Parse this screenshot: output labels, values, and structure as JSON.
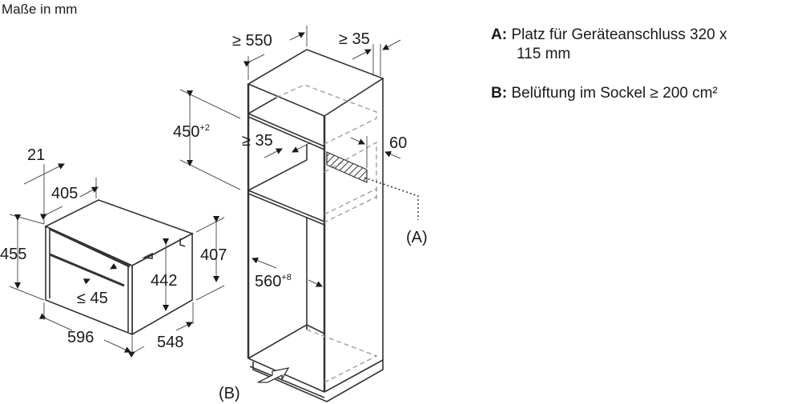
{
  "title": "Maße in mm",
  "legend": [
    {
      "key": "A:",
      "text_line1": "Platz für Geräteanschluss 320 x",
      "text_line2": "115 mm"
    },
    {
      "key": "B:",
      "text_line1": "Belüftung im Sockel ≥ 200 cm²"
    }
  ],
  "oven_dimensions": {
    "depth_trim": "21",
    "depth_top": "405",
    "height_total": "455",
    "height_inner": "442",
    "height_body": "407",
    "handle": "≤ 45",
    "width": "596",
    "depth": "548"
  },
  "cabinet_dimensions": {
    "depth": "≥ 550",
    "rear_gap": "≥ 35",
    "niche_height": "450",
    "niche_height_tol": "+2",
    "shelf_gap": "≥ 35",
    "opening_depth": "60",
    "niche_width": "560",
    "niche_width_tol": "+8",
    "label_a": "(A)",
    "label_b": "(B)"
  }
}
